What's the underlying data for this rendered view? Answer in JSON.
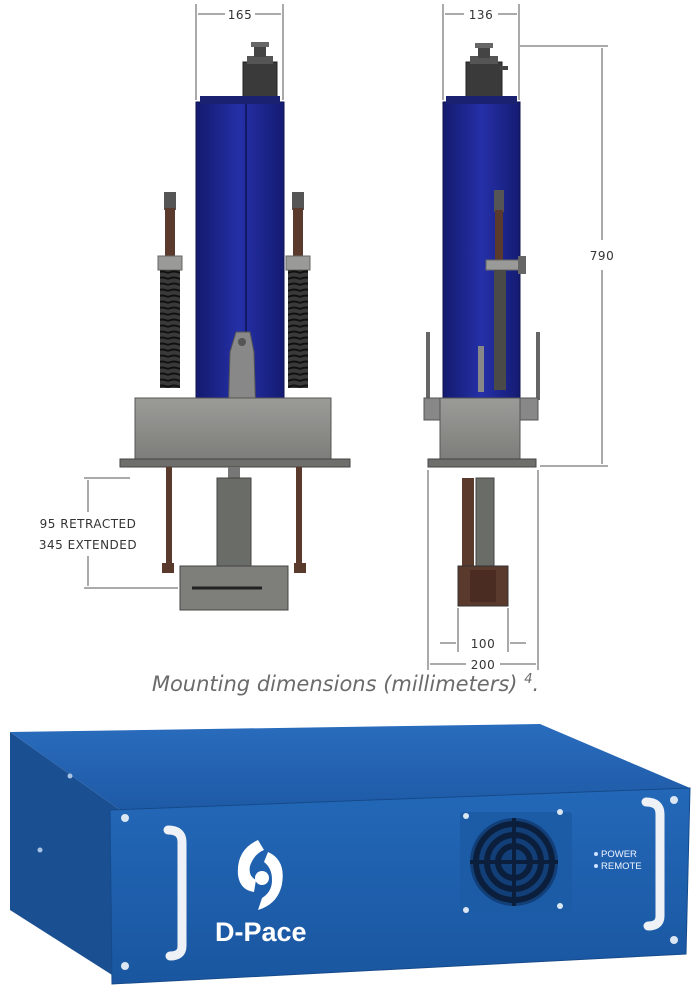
{
  "figure1": {
    "front_view": {
      "width_label": "165",
      "stroke_label_1": "95 RETRACTED",
      "stroke_label_2": "345 EXTENDED"
    },
    "side_view": {
      "width_label": "136",
      "height_label": "790",
      "bottom_label_1": "100",
      "bottom_label_2": "200"
    },
    "caption": "Mounting dimensions (millimeters)",
    "caption_ref": "4",
    "caption_end": "."
  },
  "figure2": {
    "logo_text": "D-Pace",
    "indicator_power": "POWER",
    "indicator_remote": "REMOTE"
  },
  "colors": {
    "actuator_blue": "#1f2a8c",
    "chassis_blue": "#1f5fae",
    "metal_gray": "#8a8a88",
    "rod_brown": "#5b3a2e"
  }
}
